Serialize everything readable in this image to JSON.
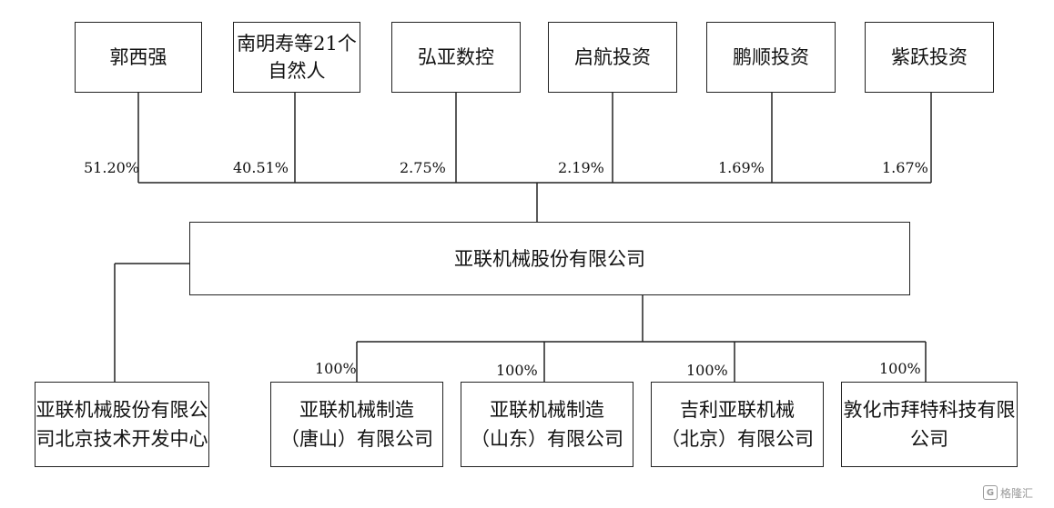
{
  "shareholders": [
    {
      "line1": "郭西强",
      "line2": "",
      "pct": "51.20%"
    },
    {
      "line1": "南明寿等21个",
      "line2": "自然人",
      "pct": "40.51%"
    },
    {
      "line1": "弘亚数控",
      "line2": "",
      "pct": "2.75%"
    },
    {
      "line1": "启航投资",
      "line2": "",
      "pct": "2.19%"
    },
    {
      "line1": "鹏顺投资",
      "line2": "",
      "pct": "1.69%"
    },
    {
      "line1": "紫跃投资",
      "line2": "",
      "pct": "1.67%"
    }
  ],
  "company": {
    "name": "亚联机械股份有限公司"
  },
  "branch": {
    "line1": "亚联机械股份有限公",
    "line2": "司北京技术开发中心"
  },
  "subsidiaries": [
    {
      "line1": "亚联机械制造",
      "line2": "（唐山）有限公司",
      "pct": "100%"
    },
    {
      "line1": "亚联机械制造",
      "line2": "（山东）有限公司",
      "pct": "100%"
    },
    {
      "line1": "吉利亚联机械",
      "line2": "（北京）有限公司",
      "pct": "100%"
    },
    {
      "line1": "敦化市拜特科技有限",
      "line2": "公司",
      "pct": "100%"
    }
  ],
  "watermark": {
    "icon": "G",
    "text": "格隆汇"
  }
}
